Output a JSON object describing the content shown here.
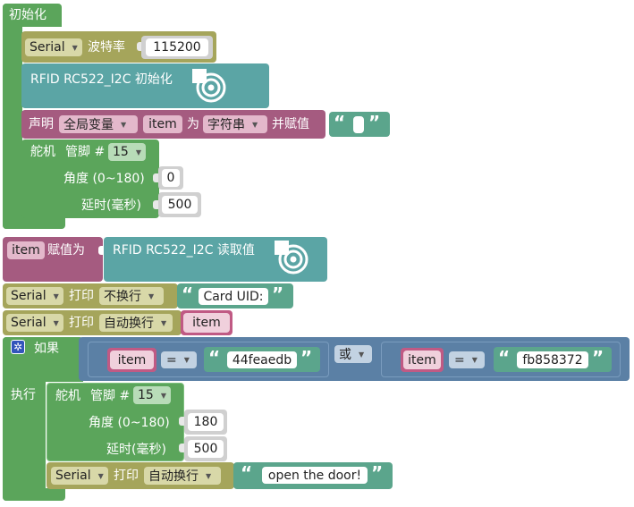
{
  "setup_block": {
    "label": "初始化"
  },
  "serial_begin": {
    "port": "Serial",
    "baud_label": "波特率",
    "baud_value": "115200"
  },
  "rfid_init": {
    "label": "RFID RC522_I2C 初始化",
    "icon": "rfid-icon"
  },
  "declare_var": {
    "label": "声明",
    "scope": "全局变量",
    "var_name": "item",
    "as_label": "为",
    "type": "字符串",
    "assign_label": "并赋值",
    "value": ""
  },
  "servo_setup": {
    "label": "舵机",
    "pin_label": "管脚 #",
    "pin": "15",
    "angle_label": "角度 (0~180)",
    "angle": "0",
    "delay_label": "延时(毫秒)",
    "delay": "500"
  },
  "assign_item": {
    "var_name": "item",
    "label": "赋值为",
    "rfid_read_label": "RFID RC522_I2C 读取值"
  },
  "print_uid": {
    "port": "Serial",
    "label": "打印",
    "mode": "不换行",
    "text": "Card UID:"
  },
  "print_item": {
    "port": "Serial",
    "label": "打印",
    "mode": "自动换行",
    "var_name": "item"
  },
  "if_block": {
    "if_label": "如果",
    "do_label": "执行",
    "gear_icon": "gear-icon",
    "cond1": {
      "var_name": "item",
      "op": "=",
      "value": "44feaedb"
    },
    "or_label": "或",
    "cond2": {
      "var_name": "item",
      "op": "=",
      "value": "fb858372"
    }
  },
  "servo_action": {
    "label": "舵机",
    "pin_label": "管脚 #",
    "pin": "15",
    "angle_label": "角度 (0~180)",
    "angle": "180",
    "delay_label": "延时(毫秒)",
    "delay": "500"
  },
  "print_open": {
    "port": "Serial",
    "label": "打印",
    "mode": "自动换行",
    "text": "open the door!"
  },
  "colors": {
    "control_green": "#5ba55b",
    "serial_olive": "#a5a55b",
    "rfid_teal": "#5ba5a5",
    "var_pink": "#a55b80",
    "string_green": "#5ba58c",
    "logic_blue": "#5b80a5"
  }
}
